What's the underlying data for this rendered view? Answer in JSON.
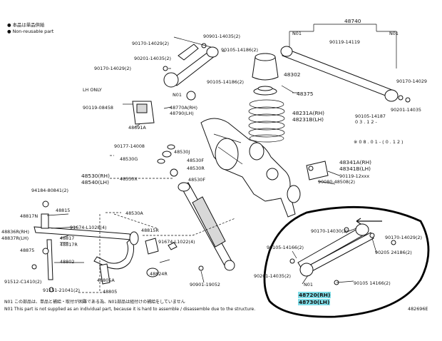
{
  "legend": {
    "note1": "● 本品は単品供給",
    "note2": "● Non-reusable part"
  },
  "group_labels": {
    "top_assembly": "48740",
    "n01_left": "N01",
    "n01_right": "N01",
    "lh_only": "LH ONLY",
    "n01_mid": "N01",
    "n01_bottom": "N01",
    "date_note": "※ 0 8 . 0 1 -  ( 0 . 1 2 )",
    "date_note2": "0 3 . 1 2 -"
  },
  "labels": [
    {
      "id": "90170-14029-2-a",
      "text": "90170-14029(2)"
    },
    {
      "id": "90901-14035",
      "text": "90901-14035(2)"
    },
    {
      "id": "90201-14035",
      "text": "90201-14035(2)"
    },
    {
      "id": "90105-14186-a",
      "text": "90105-14186(2)"
    },
    {
      "id": "90170-14029-b",
      "text": "90170-14029(2)"
    },
    {
      "id": "48770a",
      "text": "48770A(RH)"
    },
    {
      "id": "48790",
      "text": "48790(LH)"
    },
    {
      "id": "90105-14186-b",
      "text": "90105-14186(2)"
    },
    {
      "id": "48302",
      "text": "48302"
    },
    {
      "id": "90119-14119",
      "text": "90119-14119"
    },
    {
      "id": "90170-14029-c",
      "text": "90170-14029"
    },
    {
      "id": "48375",
      "text": "48375"
    },
    {
      "id": "90119-08458",
      "text": "90119-08458"
    },
    {
      "id": "48691a",
      "text": "48691A"
    },
    {
      "id": "48231a",
      "text": "48231A(RH)"
    },
    {
      "id": "48231b",
      "text": "48231B(LH)"
    },
    {
      "id": "90105-14187",
      "text": "90105-14187"
    },
    {
      "id": "90201-14035-b",
      "text": "90201-14035"
    },
    {
      "id": "90177-14008",
      "text": "90177-14008"
    },
    {
      "id": "48530g",
      "text": "48530G"
    },
    {
      "id": "48530j",
      "text": "48530J"
    },
    {
      "id": "48530f",
      "text": "48530F"
    },
    {
      "id": "48530r",
      "text": "48530R"
    },
    {
      "id": "48530rh",
      "text": "48530(RH)"
    },
    {
      "id": "48540lh",
      "text": "48540(LH)"
    },
    {
      "id": "48530x",
      "text": "48530X"
    },
    {
      "id": "48530f2",
      "text": "48530F"
    },
    {
      "id": "48341a",
      "text": "48341A(RH)"
    },
    {
      "id": "48341b",
      "text": "48341B(LH)"
    },
    {
      "id": "90119-12xxx",
      "text": "90119-12xxx"
    },
    {
      "id": "90080-48508",
      "text": "90080-48508(2)"
    },
    {
      "id": "94184-80841",
      "text": "94184-80841(2)"
    },
    {
      "id": "48815",
      "text": "48815"
    },
    {
      "id": "48530a",
      "text": "48530A"
    },
    {
      "id": "48817n",
      "text": "48817N"
    },
    {
      "id": "48836r",
      "text": "48836R(RH)"
    },
    {
      "id": "48837r",
      "text": "48837R(LH)"
    },
    {
      "id": "91674-l1028",
      "text": "91674-L1028(4)"
    },
    {
      "id": "48815r",
      "text": "48815R"
    },
    {
      "id": "48817",
      "text": "48817"
    },
    {
      "id": "48817r",
      "text": "48817R"
    },
    {
      "id": "48875",
      "text": "48875"
    },
    {
      "id": "48802",
      "text": "48802"
    },
    {
      "id": "91674-l1022",
      "text": "91674-L1022(4)"
    },
    {
      "id": "48824r",
      "text": "48824R"
    },
    {
      "id": "90170-14030",
      "text": "90170-14030(2)"
    },
    {
      "id": "90105-14166",
      "text": "90105-14166(2)"
    },
    {
      "id": "90201-14035-c",
      "text": "90201-14035(2)"
    },
    {
      "id": "90205-24186",
      "text": "90205 24186(2)"
    },
    {
      "id": "90170-14029-d",
      "text": "90170-14029(2)"
    },
    {
      "id": "91512-c1410",
      "text": "91512-C1410(2)"
    },
    {
      "id": "48805a",
      "text": "48805A"
    },
    {
      "id": "48805",
      "text": "48805"
    },
    {
      "id": "91151-21041",
      "text": "91151-21041(2)"
    },
    {
      "id": "90901-19052",
      "text": "90901-19052"
    },
    {
      "id": "90105-14166-b",
      "text": "90105 14166(2)"
    }
  ],
  "highlight": {
    "line1": "48720(RH)",
    "line2": "48730(LH)"
  },
  "footnotes": {
    "jp": "N01 この部品は、単品と補給・取付が困難である為、N01部品は組付けの補給をしていません",
    "en": "N01 This part is not supplied as an individual part, because it is hard to assemble / disassemble due to the structure.",
    "code": "482696E"
  }
}
